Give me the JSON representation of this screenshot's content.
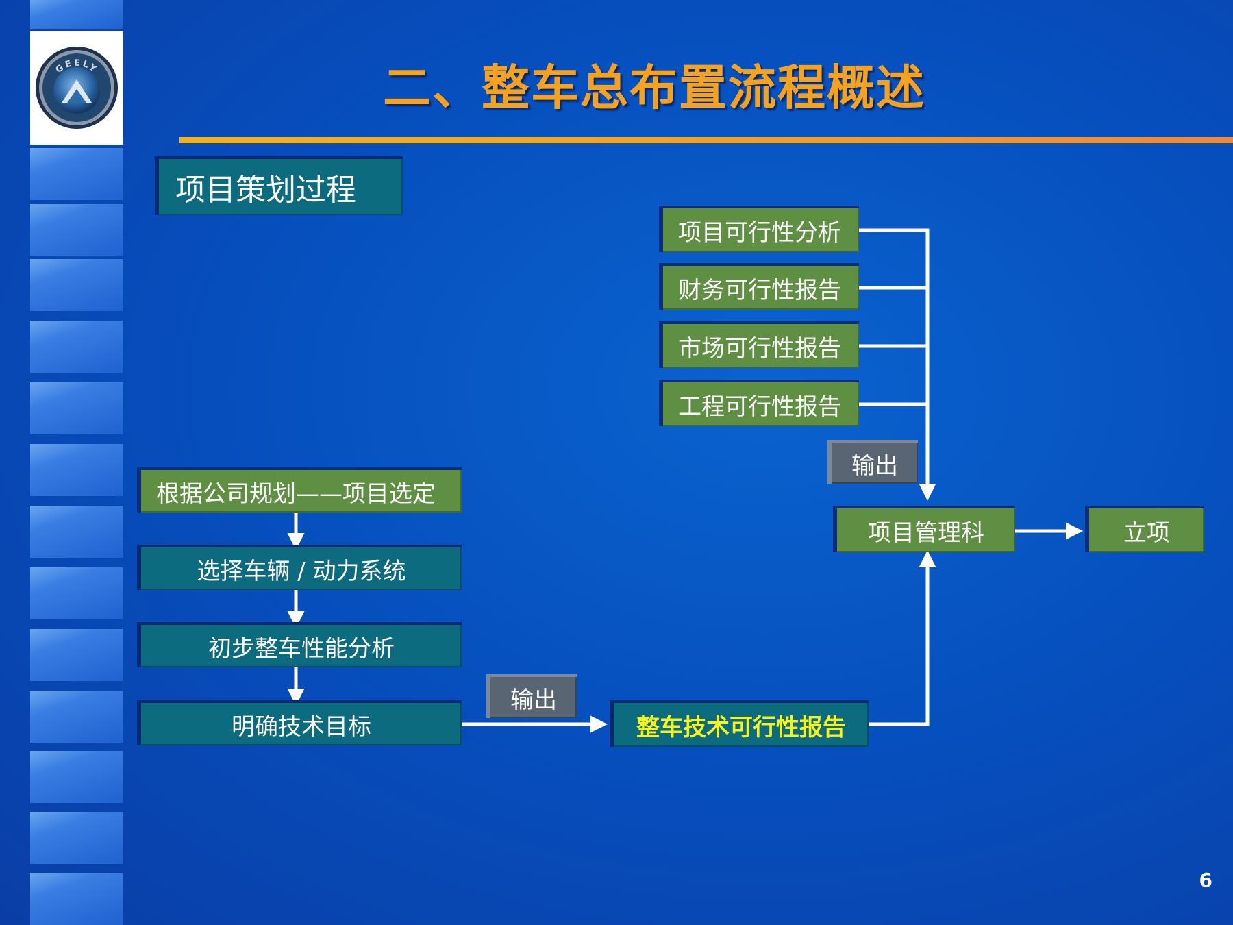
{
  "title": "二、整车总布置流程概述",
  "logo": {
    "text": "GEELY"
  },
  "section_label": "项目策划过程",
  "feasibility_items": [
    "项目可行性分析",
    "财务可行性报告",
    "市场可行性报告",
    "工程可行性报告"
  ],
  "output_label_top": "输出",
  "output_label_bottom": "输出",
  "process_steps": [
    "根据公司规划——项目选定",
    "选择车辆 / 动力系统",
    "初步整车性能分析",
    "明确技术目标"
  ],
  "report_box": "整车技术可行性报告",
  "management_box": "项目管理科",
  "approval_box": "立项",
  "page_number": "6",
  "colors": {
    "background": "#0650bf",
    "title": "#f7a21e",
    "rule": "#f3b21b",
    "green_box": "#5f8f42",
    "teal_box": "#0c6b7f",
    "gray_box": "#5a6573",
    "highlight_text": "#f6f31a"
  }
}
